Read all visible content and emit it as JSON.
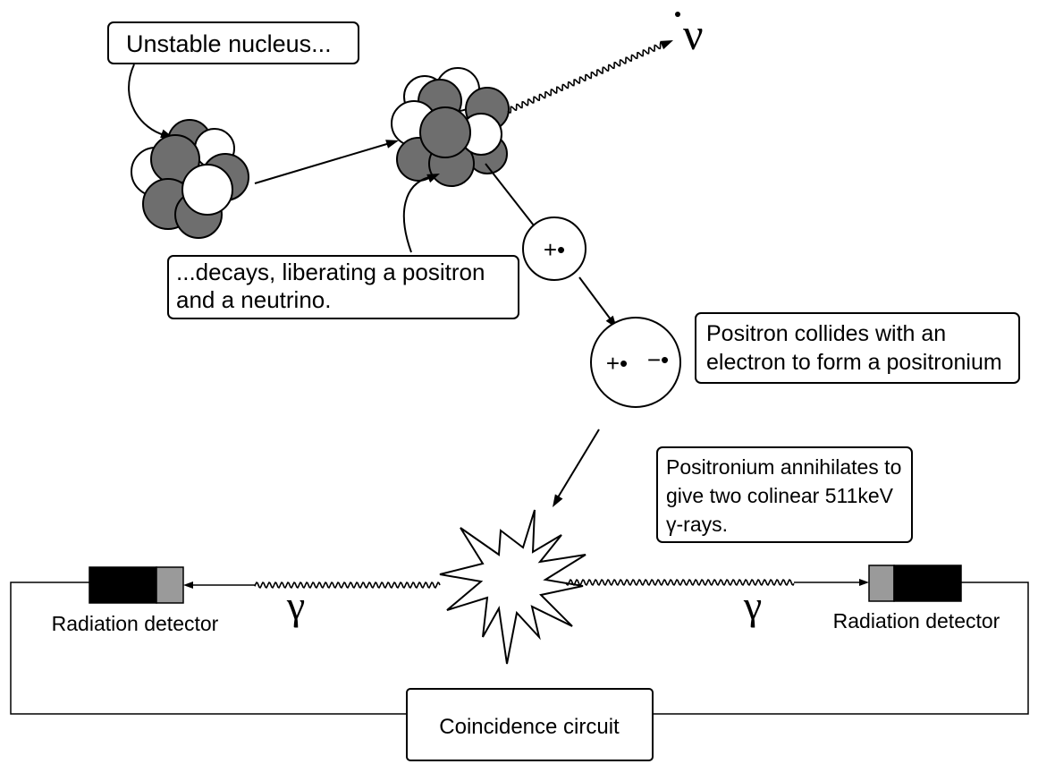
{
  "labels": {
    "unstable": "Unstable nucleus...",
    "decays": [
      "...decays, liberating a positron",
      "and a neutrino."
    ],
    "collides": [
      "Positron collides with an",
      "electron to form a positronium"
    ],
    "annihilates": [
      "Positronium annihilates to",
      "give two colinear 511keV",
      "γ-rays."
    ],
    "neutrino": "ν",
    "positron": "+•",
    "positronium": {
      "positron": "+•",
      "electron": "−•"
    },
    "gamma_left": "γ",
    "gamma_right": "γ",
    "detector_left": "Radiation detector",
    "detector_right": "Radiation detector",
    "coincidence": "Coincidence circuit"
  },
  "colors": {
    "line": "#000000",
    "shaded_nucleon": "#6e6e6e",
    "detector_body": "#000000",
    "detector_window": "#9a9a9a",
    "background": "#ffffff"
  }
}
